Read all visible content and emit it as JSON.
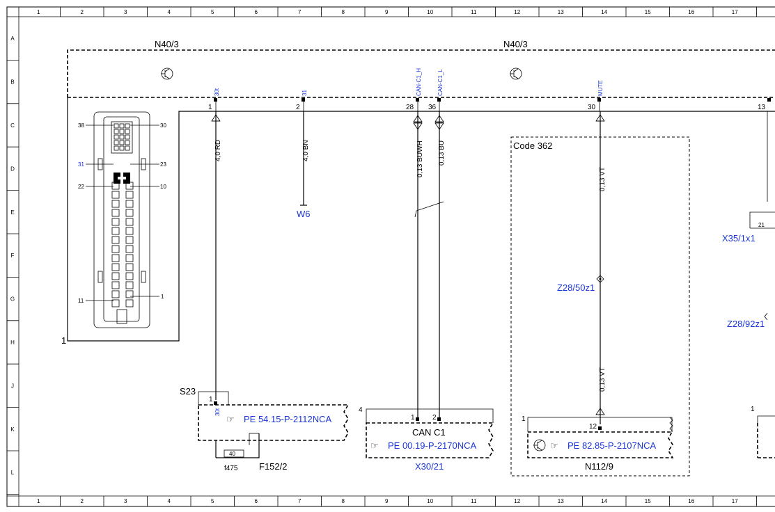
{
  "grid": {
    "columns": [
      "1",
      "2",
      "3",
      "4",
      "5",
      "6",
      "7",
      "8",
      "9",
      "10",
      "11",
      "12",
      "13",
      "14",
      "15",
      "16",
      "17"
    ],
    "rows": [
      "A",
      "B",
      "C",
      "D",
      "E",
      "F",
      "G",
      "H",
      "J",
      "K",
      "L"
    ]
  },
  "components": {
    "module_left_label": "N40/3",
    "module_right_label": "N40/3",
    "connector_pin_1": "1",
    "connector_labels": {
      "p38": "38",
      "p30": "30",
      "p31": "31",
      "p23": "23",
      "p22": "22",
      "p10": "10",
      "p11": "11",
      "p1": "1"
    },
    "s23": "S23",
    "f475": "f475",
    "f152": "F152/2",
    "fuse_value": "40",
    "x30_21": "X30/21",
    "n112_9": "N112/9",
    "w6": "W6",
    "z28_50z1": "Z28/50z1",
    "z28_92z1": "Z28/92z1",
    "x35_1x1": "X35/1x1",
    "code_362": "Code 362",
    "can_c1": "CAN C1",
    "num_4": "4",
    "num_1_x30": "1",
    "num_1_n112": "1",
    "num_1_right": "1",
    "num_21": "21"
  },
  "pins": {
    "p1": {
      "num": "1",
      "signal": "30t"
    },
    "p2": {
      "num": "2",
      "signal": "31"
    },
    "p28": {
      "num": "28",
      "signal": "CAN-C1_H"
    },
    "p36": {
      "num": "36",
      "signal": "CAN-C1_L"
    },
    "p30": {
      "num": "30",
      "signal": "MUTE"
    },
    "p13": {
      "num": "13"
    },
    "s23_pin": {
      "num": "1",
      "signal": "30t"
    },
    "x30_pin1": "1",
    "x30_pin2": "2",
    "n112_pin": "12"
  },
  "wires": {
    "w_rd": "4,0 RD",
    "w_bn": "4,0 BN",
    "w_buwh": "0,13 BUWH",
    "w_bu": "0,13 BU",
    "w_vt1": "0,13 VT",
    "w_vt2": "0,13 VT"
  },
  "references": {
    "pe_5415": "PE 54.15-P-2112NCA",
    "pe_0019": "PE 00.19-P-2170NCA",
    "pe_8285": "PE 82.85-P-2107NCA"
  }
}
